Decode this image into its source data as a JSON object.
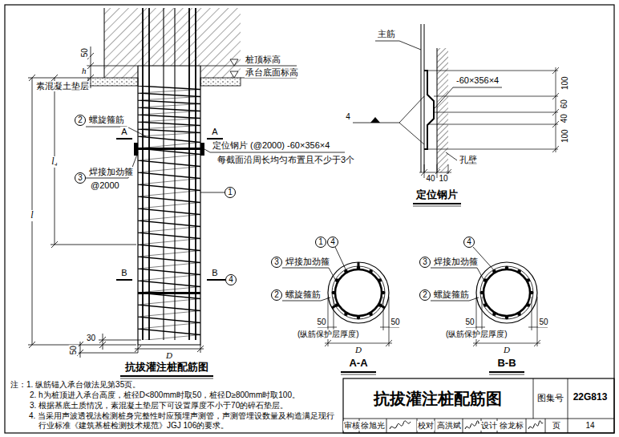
{
  "diagram": {
    "title": "抗拔灌注桩配筋图",
    "nodes": [
      {
        "text": [
          "2"
        ]
      },
      {
        "text": [
          "3"
        ]
      },
      {
        "text": [
          "1"
        ]
      },
      {
        "text": [
          "4"
        ]
      },
      {
        "text": [
          "1"
        ]
      },
      {
        "text": [
          "4"
        ]
      },
      {
        "text": [
          "3"
        ]
      },
      {
        "text": [
          "2"
        ]
      },
      {
        "text": [
          "4"
        ]
      },
      {
        "text": [
          "3"
        ]
      },
      {
        "text": [
          "2"
        ]
      }
    ],
    "labels": [
      "h",
      "50",
      "桩顶标高",
      "承台底面标高",
      "素混凝土垫层",
      "螺旋箍筋",
      "A",
      "A",
      "定位钢片 (@2000) -60×356×4",
      "每截面沿周长均匀布置且不少于3个",
      "焊接加劲箍",
      "@2000",
      "l₄",
      "l",
      "B",
      "B",
      "30",
      "50",
      "D",
      "抗拔灌注桩配筋图",
      "主筋",
      "-60×356×4",
      "4",
      "100",
      "60",
      "40",
      "100",
      "40",
      "10",
      "孔壁",
      "定位钢片",
      "焊接加劲箍",
      "螺旋箍筋",
      "50",
      "50",
      "(纵筋保护层厚度)",
      "D",
      "A-A",
      "焊接加劲箍",
      "螺旋箍筋",
      "50",
      "50",
      "(纵筋保护层厚度)",
      "D",
      "B-B",
      "注：1. 纵筋锚入承台做法见第35页。",
      "2. h为桩顶进入承台高度，桩径D<800mm时取50，桩径D≥800mm时取100。",
      "3. 根据基底土质情况，素混凝土垫层下可设置厚度不小于70的碎石垫层。",
      "4. 当采用声波透视法检测桩身完整性时应预埋声测管，声测管埋设数量及构造满足现行行业标准《建筑基桩检测技术规范》JGJ 106的要求。",
      "图集号",
      "22G813",
      "审核",
      "徐旭光",
      "校对",
      "高洪斌",
      "设计",
      "徐龙标",
      "页",
      "14"
    ]
  }
}
